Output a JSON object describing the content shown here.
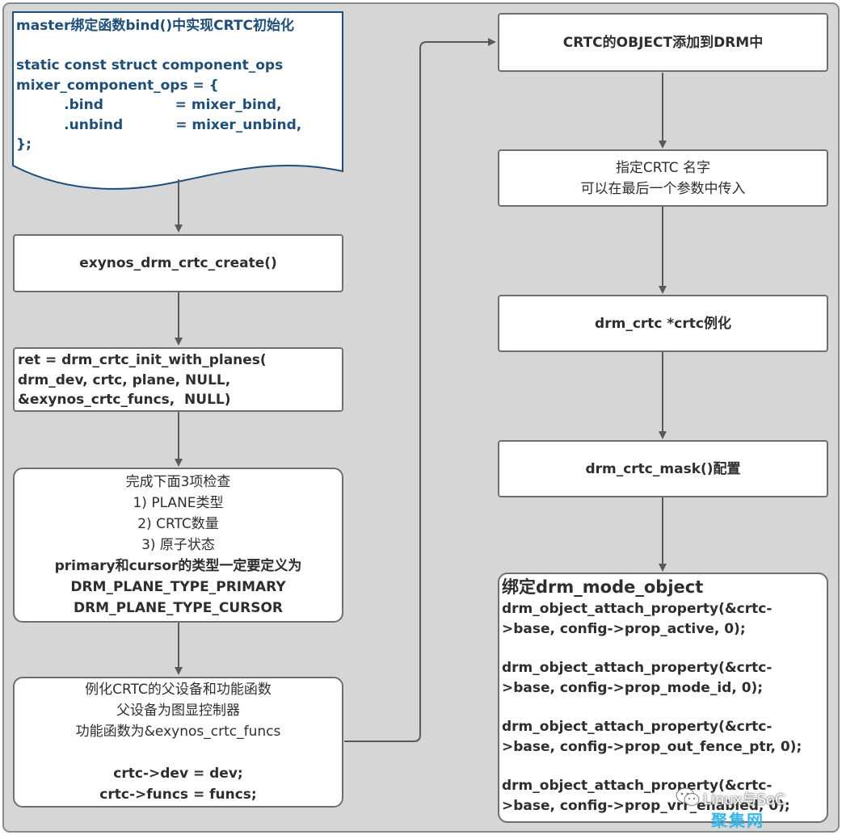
{
  "colors": {
    "panel_bg": "#d6d6d6",
    "box_border": "#6f6f6f",
    "doc_border": "#1f4e79",
    "doc_text": "#1f4e79",
    "arrow": "#5a5a5a",
    "watermark_accent": "#39b5e8"
  },
  "doc": {
    "lines": [
      "master绑定函数bind()中实现CRTC初始化",
      "",
      "static const struct component_ops",
      "mixer_component_ops = {",
      "          .bind               = mixer_bind,",
      "          .unbind           = mixer_unbind,",
      "};"
    ]
  },
  "left": {
    "crtc_create": "exynos_drm_crtc_create()",
    "init_with_planes": [
      "ret = drm_crtc_init_with_planes(",
      "drm_dev, crtc, plane, NULL,",
      "&exynos_crtc_funcs,  NULL)"
    ],
    "checks": [
      "完成下面3项检查",
      "1) PLANE类型",
      "2) CRTC数量",
      "3) 原子状态",
      "primary和cursor的类型一定要定义为",
      "DRM_PLANE_TYPE_PRIMARY",
      "DRM_PLANE_TYPE_CURSOR"
    ],
    "instantiate": [
      "例化CRTC的父设备和功能函数",
      "父设备为图显控制器",
      "功能函数为&exynos_crtc_funcs",
      "",
      "crtc->dev = dev;",
      "crtc->funcs = funcs;"
    ]
  },
  "right": {
    "add_object": "CRTC的OBJECT添加到DRM中",
    "set_name": [
      "指定CRTC 名字",
      "可以在最后一个参数中传入"
    ],
    "crtc_inst": "drm_crtc *crtc例化",
    "mask": "drm_crtc_mask()配置",
    "mode_object": {
      "title": "绑定drm_mode_object",
      "entries": [
        [
          "drm_object_attach_property(&crtc-",
          ">base, config->prop_active, 0);"
        ],
        [
          "drm_object_attach_property(&crtc-",
          ">base, config->prop_mode_id, 0);"
        ],
        [
          "drm_object_attach_property(&crtc-",
          ">base, config->prop_out_fence_ptr, 0);"
        ],
        [
          "drm_object_attach_property(&crtc-",
          ">base, config->prop_vrr_enabled, 0);"
        ]
      ]
    }
  },
  "watermark": {
    "line1": "Linux与SoC",
    "line2": "聚集网",
    "icon": "wechat-icon"
  }
}
